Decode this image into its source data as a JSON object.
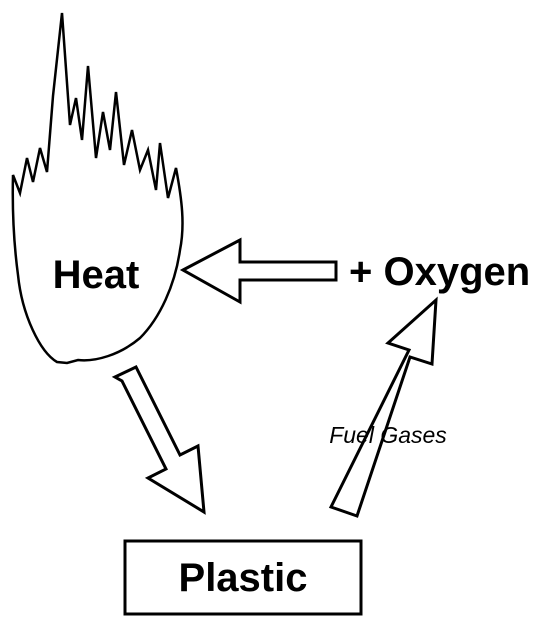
{
  "diagram": {
    "heat_label": "Heat",
    "oxygen_label": "+ Oxygen",
    "plastic_label": "Plastic",
    "fuel_gases_label": "Fuel Gases"
  },
  "colors": {
    "stroke": "#000000",
    "fill": "#ffffff"
  },
  "icons": {
    "flame": "flame-icon"
  }
}
